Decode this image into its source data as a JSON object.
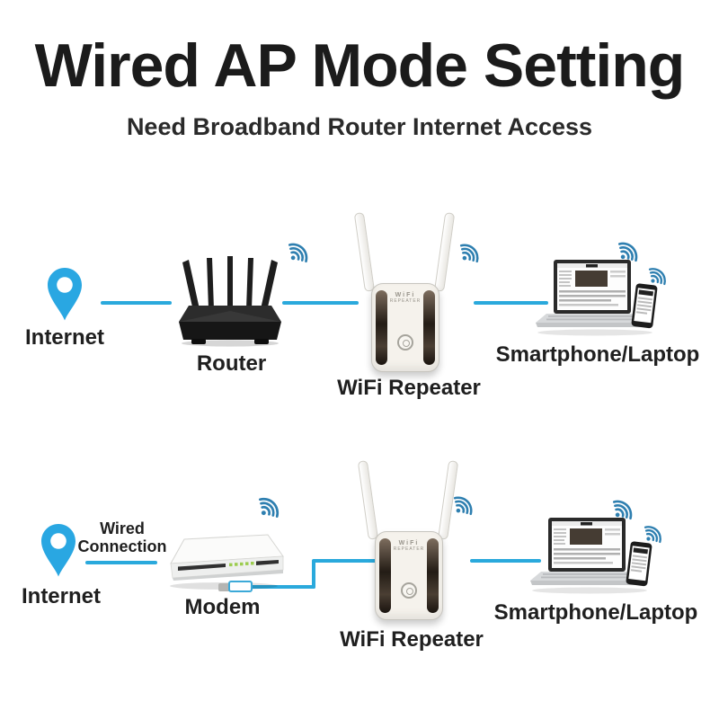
{
  "header": {
    "title": "Wired AP Mode Setting",
    "subtitle": "Need Broadband Router Internet Access"
  },
  "colors": {
    "connection_line": "#2aa9dc",
    "internet_pin": "#29a7e2",
    "wifi_icon": "#2e7fb0",
    "text": "#1c1c1c"
  },
  "top_diagram": {
    "internet_label": "Internet",
    "router_label": "Router",
    "repeater_label": "WiFi Repeater",
    "client_label": "Smartphone/Laptop"
  },
  "bottom_diagram": {
    "internet_label": "Internet",
    "wired_connection_label": "Wired Connection",
    "modem_label": "Modem",
    "repeater_label": "WiFi Repeater",
    "client_label": "Smartphone/Laptop"
  },
  "repeater_device": {
    "print_line1": "WiFi",
    "print_line2": "REPEATER"
  }
}
